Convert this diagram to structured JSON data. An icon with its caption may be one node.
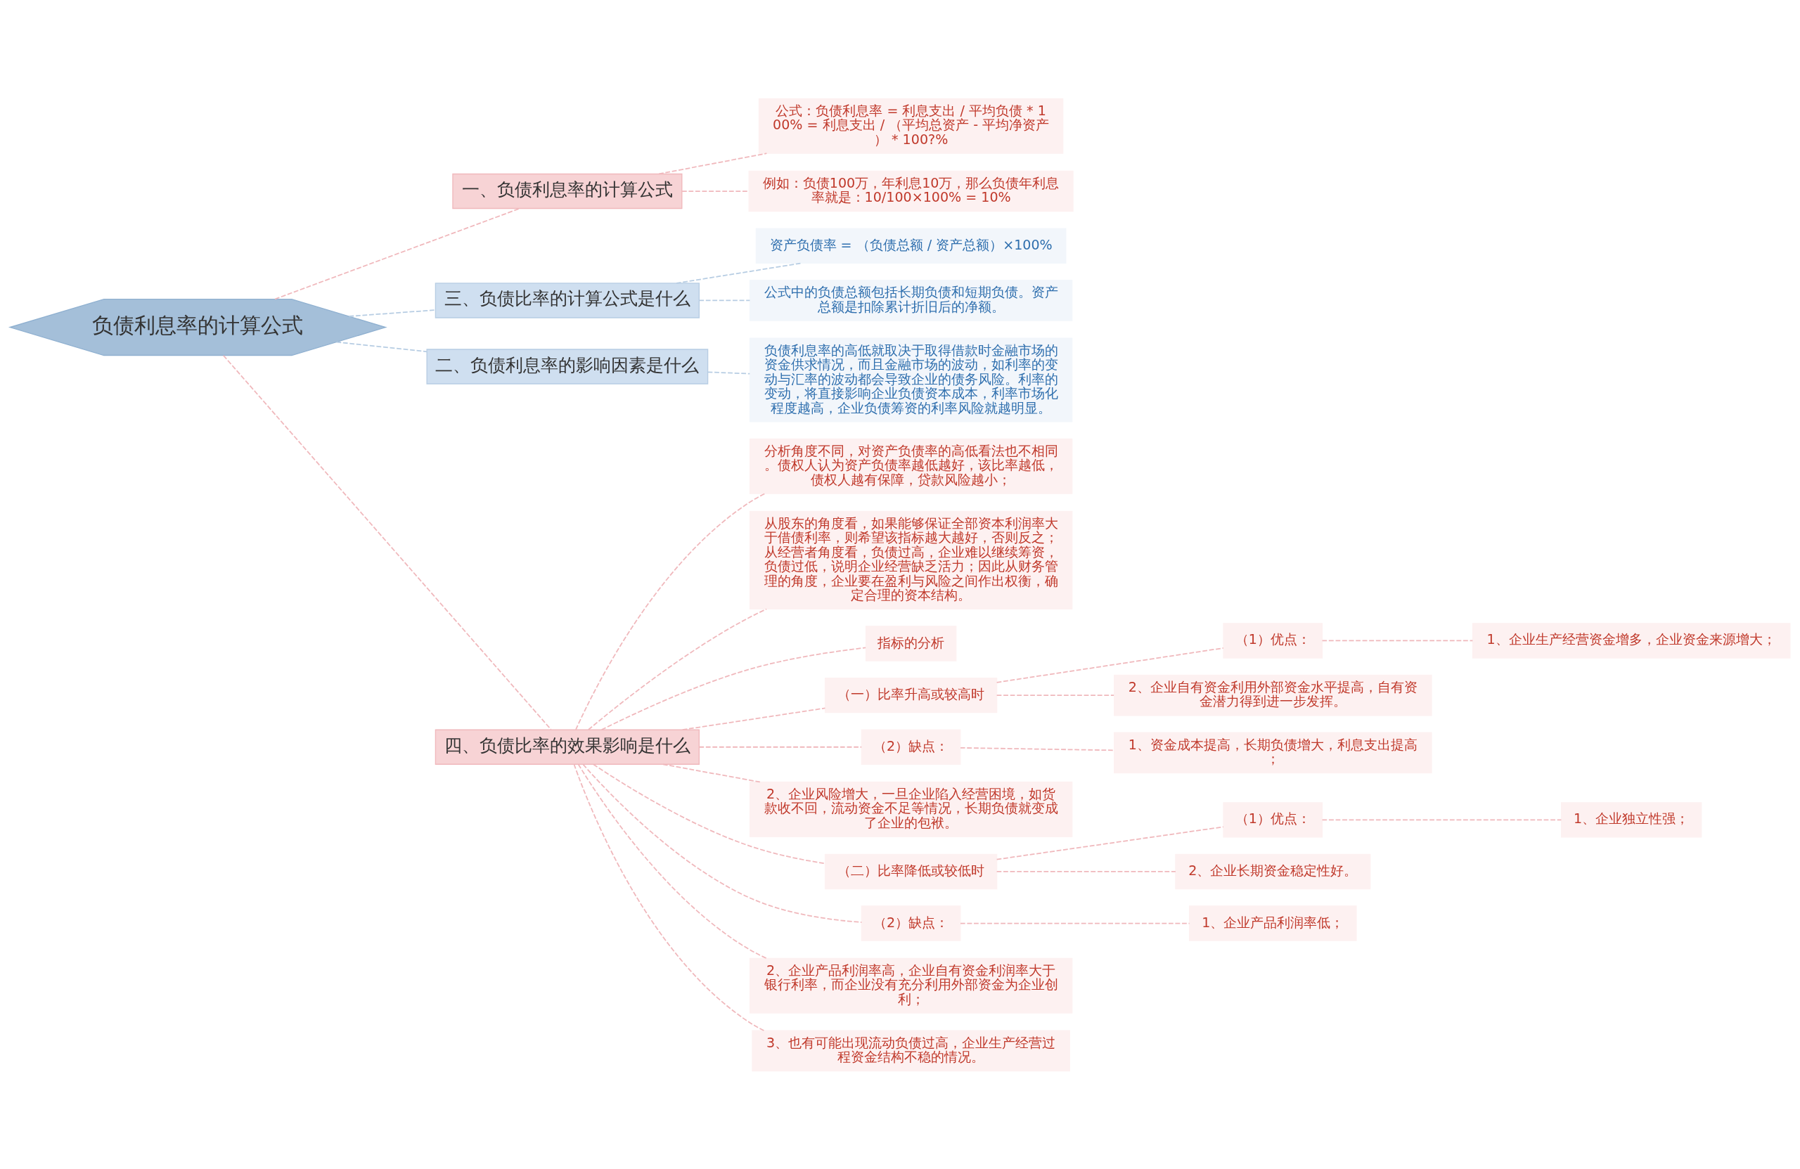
{
  "diagram": {
    "nodes": [
      {
        "text": [
          "负债利息率的计算公式"
        ]
      },
      {
        "text": [
          "一、负债利息率的计算公式"
        ]
      },
      {
        "text": [
          "公式：负债利息率 = 利息支出 / 平均负债 * 100% = 利息支出 / （平均总资产 - 平均净资产） * 100?%"
        ]
      },
      {
        "text": [
          "例如：负债100万，年利息10万，那么负债年利息率就是：10/100×100% = 10%"
        ]
      },
      {
        "text": [
          "三、负债比率的计算公式是什么"
        ]
      },
      {
        "text": [
          "资产负债率 = （负债总额 / 资产总额）×100%"
        ]
      },
      {
        "text": [
          "公式中的负债总额包括长期负债和短期负债。资产总额是扣除累计折旧后的净额。"
        ]
      },
      {
        "text": [
          "二、负债利息率的影响因素是什么"
        ]
      },
      {
        "text": [
          "负债利息率的高低就取决于取得借款时金融市场的资金供求情况，而且金融市场的波动，如利率的变动与汇率的波动都会导致企业的债务风险。利率的变动，将直接影响企业负债资本成本，利率市场化程度越高，企业负债筹资的利率风险就越明显。"
        ]
      },
      {
        "text": [
          "四、负债比率的效果影响是什么"
        ]
      },
      {
        "text": [
          "分析角度不同，对资产负债率的高低看法也不相同。债权人认为资产负债率越低越好，该比率越低，债权人越有保障，贷款风险越小；"
        ]
      },
      {
        "text": [
          "从股东的角度看，如果能够保证全部资本利润率大于借债利率，则希望该指标越大越好，否则反之；从经营者角度看，负债过高，企业难以继续筹资，负债过低，说明企业经营缺乏活力；因此从财务管理的角度，企业要在盈利与风险之间作出权衡，确定合理的资本结构。"
        ]
      },
      {
        "text": [
          "指标的分析"
        ]
      },
      {
        "text": [
          "（一）比率升高或较高时"
        ]
      },
      {
        "text": [
          "（1）优点："
        ]
      },
      {
        "text": [
          "1、企业生产经营资金增多，企业资金来源增大；"
        ]
      },
      {
        "text": [
          "2、企业自有资金利用外部资金水平提高，自有资金潜力得到进一步发挥。"
        ]
      },
      {
        "text": [
          "（2）缺点："
        ]
      },
      {
        "text": [
          "1、资金成本提高，长期负债增大，利息支出提高；"
        ]
      },
      {
        "text": [
          "2、企业风险增大，一旦企业陷入经营困境，如货款收不回，流动资金不足等情况，长期负债就变成了企业的包袱。"
        ]
      },
      {
        "text": [
          "（二）比率降低或较低时"
        ]
      },
      {
        "text": [
          "（1）优点："
        ]
      },
      {
        "text": [
          "1、企业独立性强；"
        ]
      },
      {
        "text": [
          "2、企业长期资金稳定性好。"
        ]
      },
      {
        "text": [
          "（2）缺点："
        ]
      },
      {
        "text": [
          "1、企业产品利润率低；"
        ]
      },
      {
        "text": [
          "2、企业产品利润率高，企业自有资金利润率大于银行利率，而企业没有充分利用外部资金为企业创利；"
        ]
      },
      {
        "text": [
          "3、也有可能出现流动负债过高，企业生产经营过程资金结构不稳的情况。"
        ]
      }
    ],
    "edges": [
      {
        "from": 0,
        "to": 1,
        "arrow": "none",
        "style": "dashed"
      },
      {
        "from": 1,
        "to": 2,
        "arrow": "none",
        "style": "dashed"
      },
      {
        "from": 1,
        "to": 3,
        "arrow": "none",
        "style": "dashed"
      },
      {
        "from": 0,
        "to": 4,
        "arrow": "none",
        "style": "dashed",
        "color": "#b7cde3"
      },
      {
        "from": 4,
        "to": 5,
        "arrow": "none",
        "style": "dashed",
        "color": "#b7cde3"
      },
      {
        "from": 4,
        "to": 6,
        "arrow": "none",
        "style": "dashed",
        "color": "#b7cde3"
      },
      {
        "from": 0,
        "to": 7,
        "arrow": "none",
        "style": "dashed",
        "color": "#b7cde3"
      },
      {
        "from": 7,
        "to": 8,
        "arrow": "none",
        "style": "dashed",
        "color": "#b7cde3"
      },
      {
        "from": 0,
        "to": 9,
        "arrow": "none",
        "style": "dashed"
      },
      {
        "from": 9,
        "to": 10,
        "arrow": "none",
        "style": "dashed"
      },
      {
        "from": 9,
        "to": 11,
        "arrow": "none",
        "style": "dashed"
      },
      {
        "from": 9,
        "to": 12,
        "arrow": "none",
        "style": "dashed"
      },
      {
        "from": 9,
        "to": 13,
        "arrow": "none",
        "style": "dashed"
      },
      {
        "from": 13,
        "to": 14,
        "arrow": "none",
        "style": "dashed"
      },
      {
        "from": 14,
        "to": 15,
        "arrow": "none",
        "style": "dashed"
      },
      {
        "from": 13,
        "to": 16,
        "arrow": "none",
        "style": "dashed"
      },
      {
        "from": 9,
        "to": 17,
        "arrow": "none",
        "style": "dashed"
      },
      {
        "from": 17,
        "to": 18,
        "arrow": "none",
        "style": "dashed"
      },
      {
        "from": 9,
        "to": 19,
        "arrow": "none",
        "style": "dashed"
      },
      {
        "from": 9,
        "to": 20,
        "arrow": "none",
        "style": "dashed"
      },
      {
        "from": 20,
        "to": 21,
        "arrow": "none",
        "style": "dashed"
      },
      {
        "from": 21,
        "to": 22,
        "arrow": "none",
        "style": "dashed"
      },
      {
        "from": 20,
        "to": 23,
        "arrow": "none",
        "style": "dashed"
      },
      {
        "from": 9,
        "to": 24,
        "arrow": "none",
        "style": "dashed"
      },
      {
        "from": 24,
        "to": 25,
        "arrow": "none",
        "style": "dashed"
      },
      {
        "from": 9,
        "to": 26,
        "arrow": "none",
        "style": "dashed"
      },
      {
        "from": 9,
        "to": 27,
        "arrow": "none",
        "style": "dashed"
      }
    ]
  }
}
